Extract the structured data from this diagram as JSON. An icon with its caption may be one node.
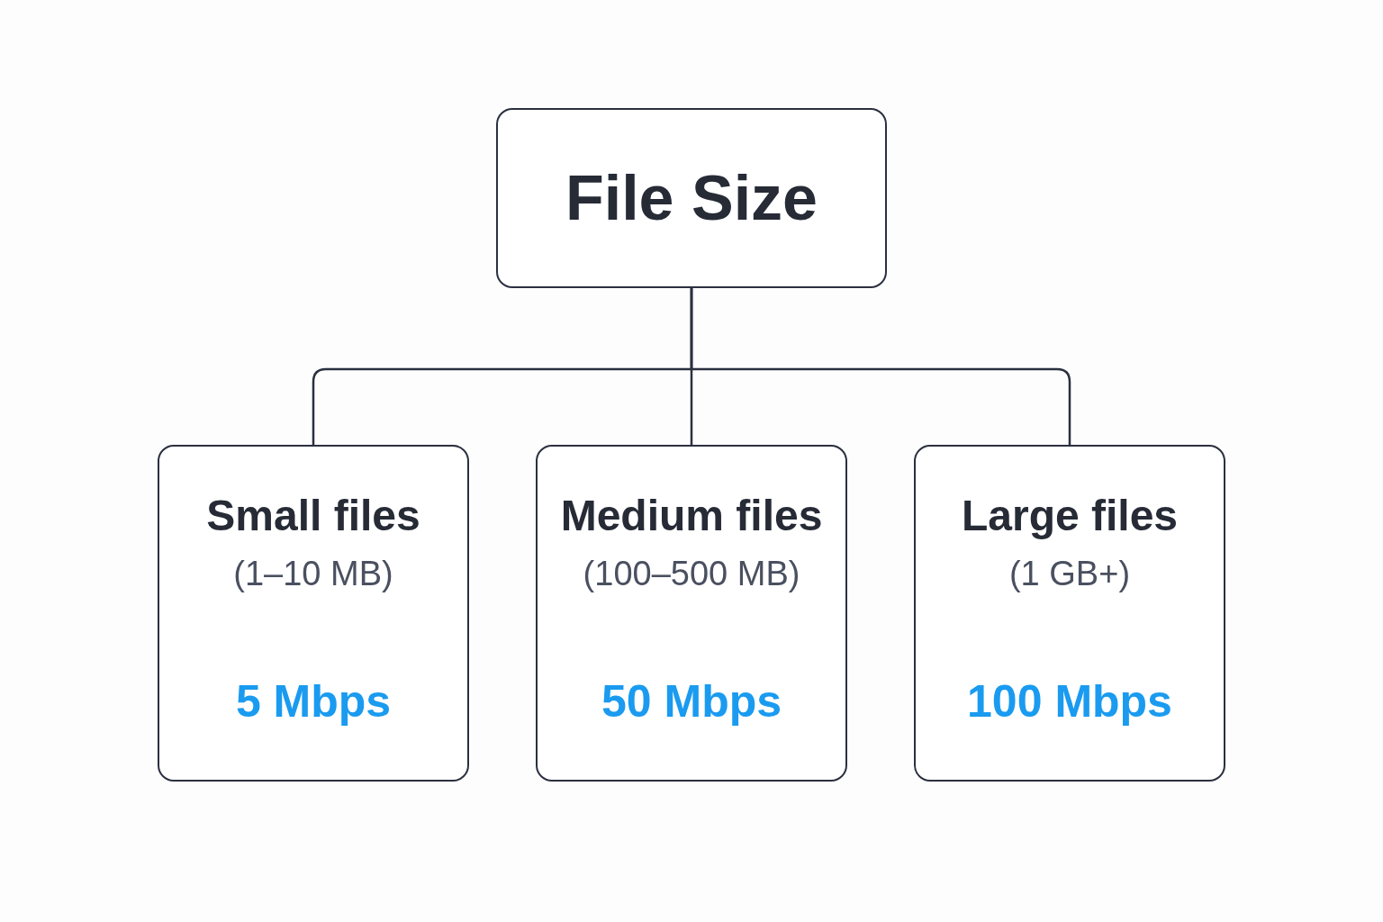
{
  "diagram": {
    "nodes": [
      {
        "text": [
          "File Size"
        ]
      },
      {
        "text": [
          "Small files",
          "(1–10 MB)",
          "5 Mbps"
        ]
      },
      {
        "text": [
          "Medium files",
          "(100–500 MB)",
          "50 Mbps"
        ]
      },
      {
        "text": [
          "Large files",
          "(1 GB+)",
          "100 Mbps"
        ]
      }
    ],
    "edges": [
      {
        "from": 0,
        "to": 1,
        "arrow": "none"
      },
      {
        "from": 0,
        "to": 2,
        "arrow": "none"
      },
      {
        "from": 0,
        "to": 3,
        "arrow": "none"
      }
    ]
  }
}
